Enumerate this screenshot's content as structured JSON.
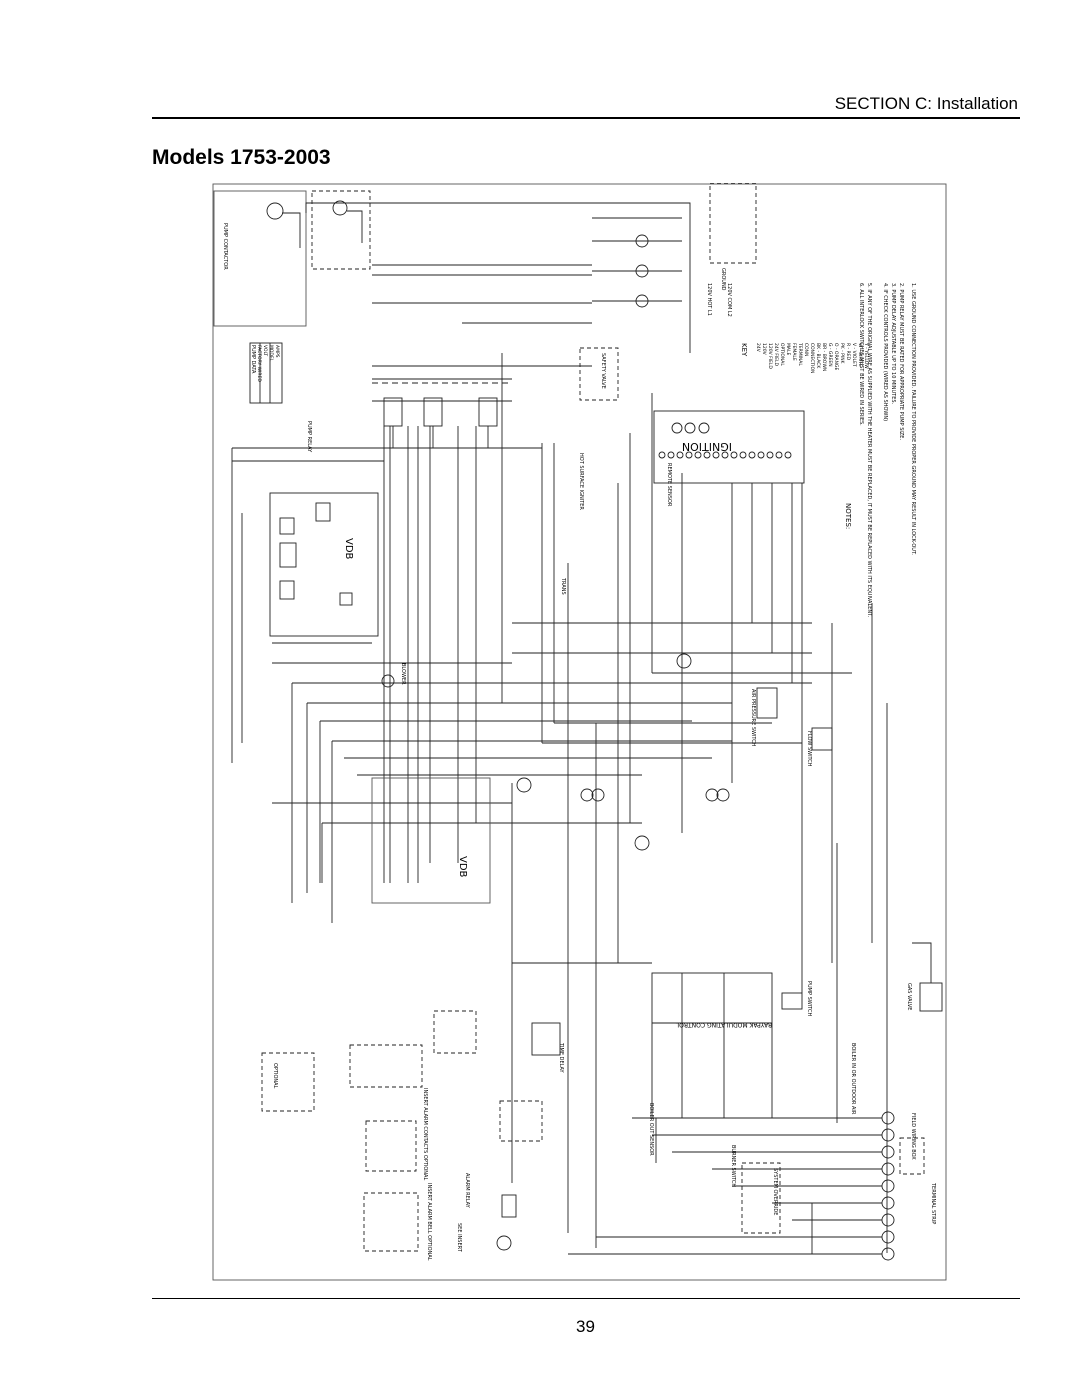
{
  "header": {
    "section": "SECTION C: Installation",
    "title": "Models 1753-2003"
  },
  "diagram": {
    "ignition_label": "IGNITION",
    "vdb_label": "VDB",
    "vdb_label_2": "VDB",
    "notes_heading": "NOTES:",
    "notes": [
      "1. USE GROUND CONNECTION PROVIDED. FAILURE TO PROVIDE PROPER GROUND MAY RESULT IN LOCK-OUT.",
      "2. PUMP RELAY MUST BE RATED FOR APPROPRIATE PUMP SIZE.",
      "3. PUMP DELAY ADJUSTABLE UP TO 10 MINUTES.",
      "4. IF CHECK CONTROLS PROVIDED (WIRED AS SHOWN)",
      "5. IF ANY OF THE ORIGINAL WIRE AS SUPPLIED WITH THE HEATER MUST BE REPLACED, IT MUST BE REPLACED WITH ITS EQUIVALENT.",
      "6. ALL INTERLOCK SWITCHES MUST BE WIRED IN SERIES."
    ],
    "key_heading": "KEY",
    "key_items": [
      "24V",
      "120V",
      "120V FIELD",
      "24V FIELD",
      "OPTIONAL",
      "MALE",
      "FEMALE",
      "TERMINAL",
      "CONN",
      "CONNECTION",
      "BK - BLACK",
      "BR - BROWN",
      "G - GREEN",
      "O - ORANGE",
      "PK - PINK",
      "R - RED",
      "V - VIOLET",
      "W - WHITE",
      "Y - YELLOW"
    ],
    "pump_data_heading": "PUMP DATA",
    "pump_data_rows": [
      "FACTORY WIRED",
      "VOLT",
      "MODEL",
      "AMPS"
    ],
    "component_labels": {
      "blower": "BLOWER",
      "air_pressure_switch": "AIR PRESSURE SWITCH",
      "flow_switch": "FLOW SWITCH",
      "time_delay": "TIME DELAY",
      "alarm_relay": "ALARM RELAY",
      "boiler_out_sensor": "BOILER OUT SENSOR",
      "see_insert": "SEE INSERT",
      "modulating_control": "RAYPAK MODULATING CONTROL",
      "pump_switch": "PUMP SWITCH",
      "gas_valve": "GAS VALVE",
      "safety_valve": "SAFETY VALVE",
      "remote_sensor": "REMOTE SENSOR",
      "hot_surface_igniter": "HOT SURFACE IGNITER",
      "transformer": "TRANS",
      "ground": "GROUND",
      "system_override": "SYSTEM OVERRIDE",
      "burner_switch": "BURNER SWITCH",
      "insert_alarm_bell": "INSERT ALARM BELL OPTIONAL",
      "insert_alarm_contacts": "INSERT ALARM CONTACTS OPTIONAL",
      "power_120v_hot": "120V HOT L1",
      "power_120v_com": "120V COM L2",
      "pump_contactor": "PUMP CONTACTOR",
      "pump_relay": "PUMP RELAY",
      "optional": "OPTIONAL",
      "boiler_in_or_outdoor_air": "BOILER IN OR OUTDOOR AIR",
      "field_wiring_box": "FIELD WIRING BOX",
      "terminal_strip": "TERMINAL STRIP"
    }
  }
}
